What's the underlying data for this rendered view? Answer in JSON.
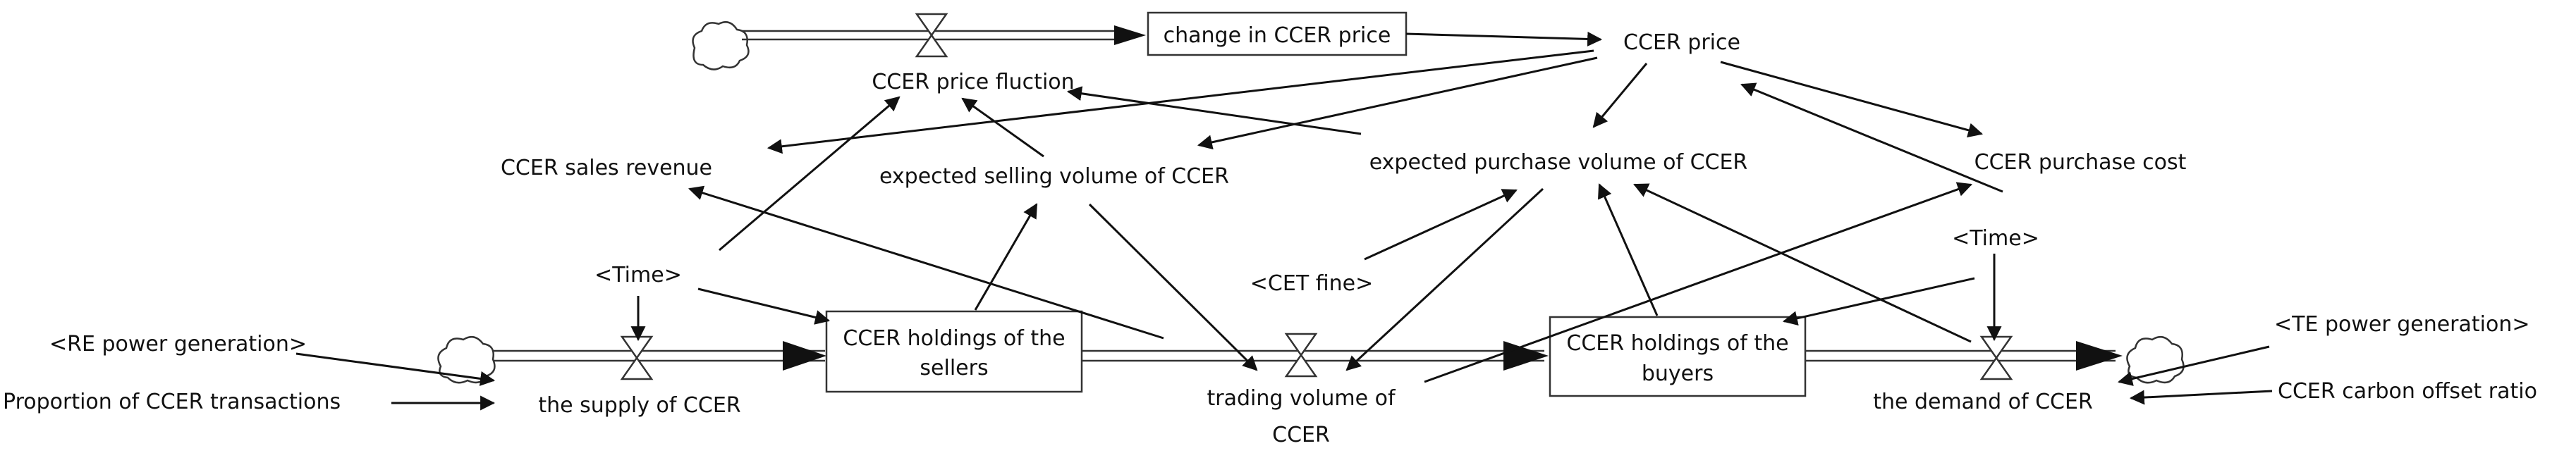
{
  "stocks": {
    "sellers": [
      "CCER holdings of the",
      "sellers"
    ],
    "buyers": [
      "CCER holdings of the",
      "buyers"
    ]
  },
  "flows": {
    "change_price": "change in CCER price",
    "supply": "the supply of CCER",
    "trading": [
      "trading volume of",
      "CCER"
    ],
    "demand": "the demand of CCER"
  },
  "variables": {
    "price": "CCER price",
    "price_fluction": "CCER price fluction",
    "sales_revenue": "CCER sales revenue",
    "expected_selling": "expected selling volume of CCER",
    "expected_purchase": "expected purchase volume of CCER",
    "purchase_cost": "CCER purchase cost",
    "time_left": "<Time>",
    "time_right": "<Time>",
    "cet_fine": "<CET fine>",
    "re_power": "<RE power generation>",
    "proportion": "Proportion of CCER transactions",
    "te_power": "<TE power generation>",
    "offset_ratio": "CCER carbon offset ratio"
  }
}
